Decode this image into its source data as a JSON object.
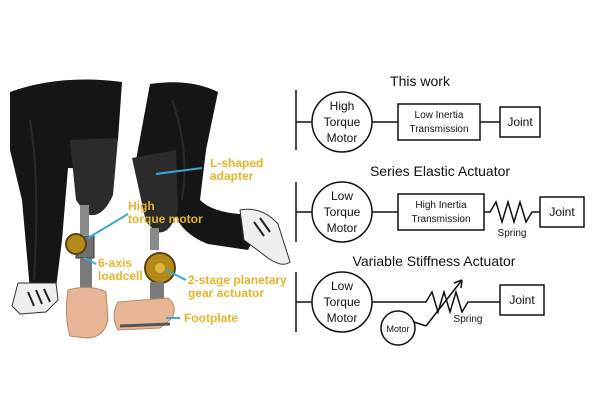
{
  "colors": {
    "annotation_text": "#e3b52a",
    "leader_line": "#3ba7d6",
    "pants": "#151515",
    "socket": "#2b2b2b",
    "motor_gold": "#b58a1c",
    "foot": "#e8b596",
    "diagram_line": "#111111"
  },
  "photo": {
    "labels": {
      "l_adapter": "L-shaped\nadapter",
      "high_torque_motor": "High\ntorque motor",
      "loadcell": "6-axis\nloadcell",
      "planetary": "2-stage planetary\ngear actuator",
      "footplate": "Footplate"
    }
  },
  "diagram": {
    "this_work": {
      "title": "This work",
      "motor": [
        "High",
        "Torque",
        "Motor"
      ],
      "transmission": [
        "Low Inertia",
        "Transmission"
      ],
      "joint": "Joint"
    },
    "sea": {
      "title": "Series Elastic Actuator",
      "motor": [
        "Low",
        "Torque",
        "Motor"
      ],
      "transmission": [
        "High Inertia",
        "Transmission"
      ],
      "spring": "Spring",
      "joint": "Joint"
    },
    "vsa": {
      "title": "Variable Stiffness Actuator",
      "motor": [
        "Low",
        "Torque",
        "Motor"
      ],
      "small_motor": "Motor",
      "spring": "Spring",
      "joint": "Joint"
    }
  }
}
